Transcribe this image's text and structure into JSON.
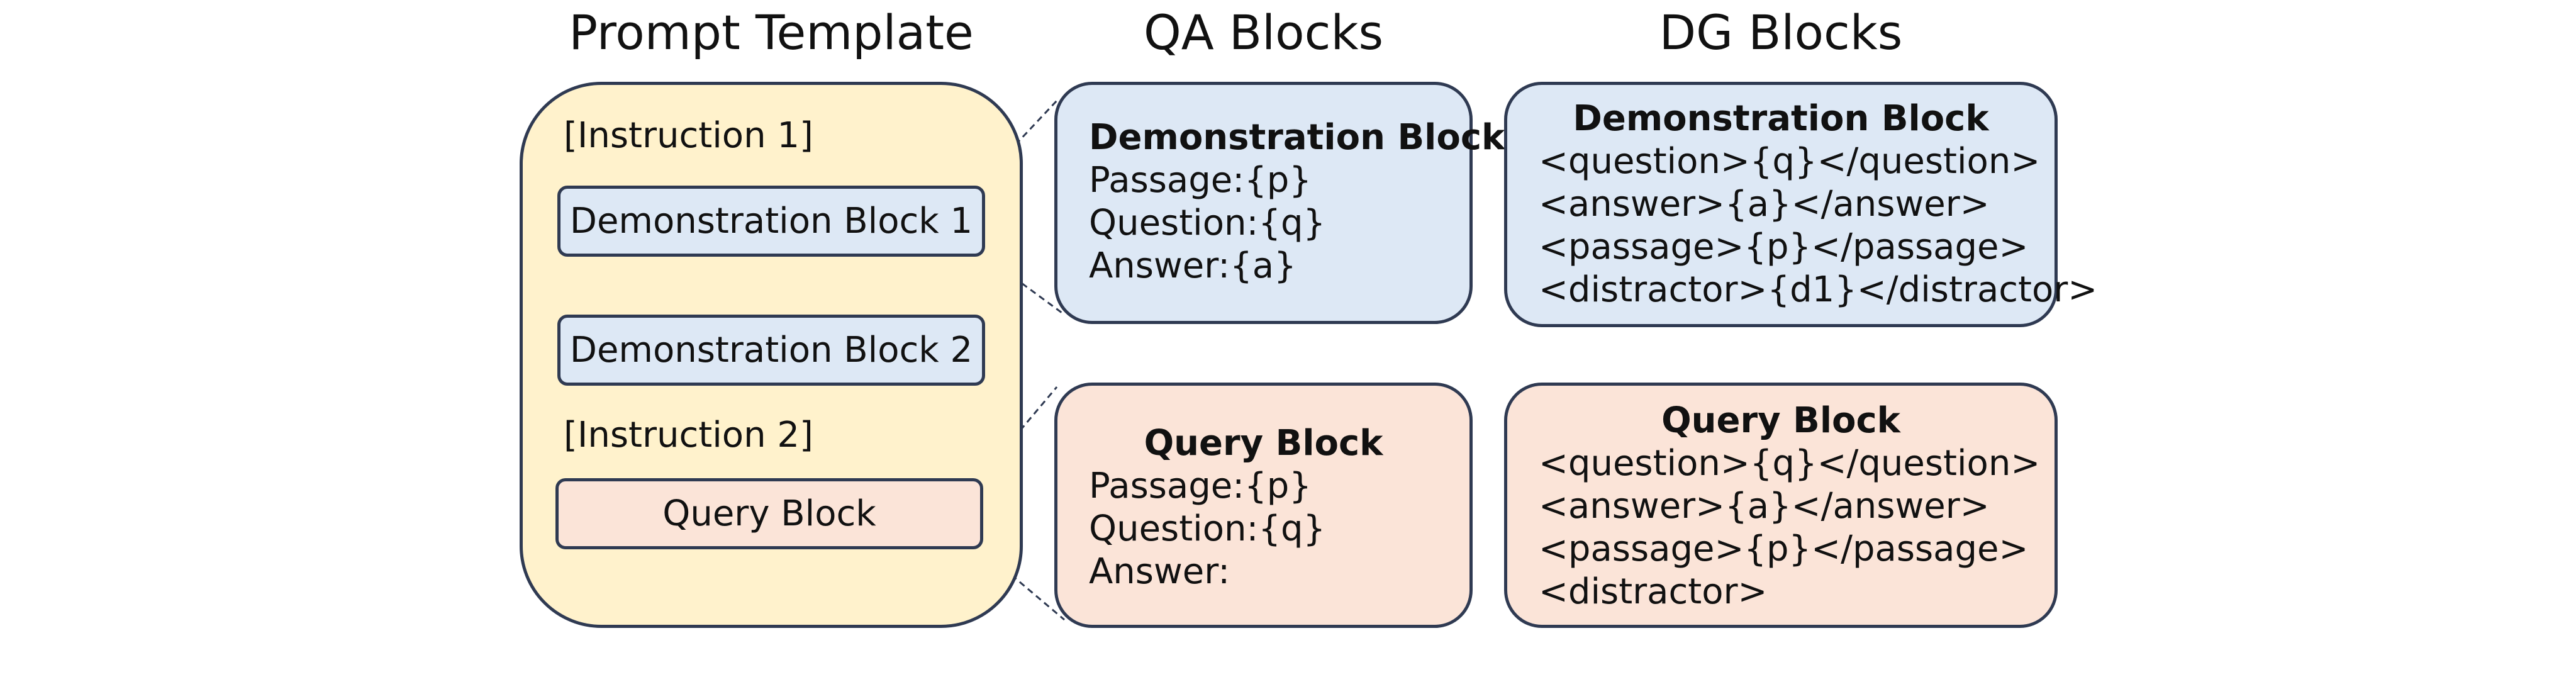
{
  "headers": {
    "template": "Prompt Template",
    "qa": "QA Blocks",
    "dg": "DG Blocks"
  },
  "template": {
    "instruction_1": "[Instruction 1]",
    "demo_1": "Demonstration Block 1",
    "demo_2": "Demonstration Block 2",
    "instruction_2": "[Instruction 2]",
    "query": "Query Block"
  },
  "qa_demo": {
    "title": "Demonstration Block",
    "lines": [
      "Passage:{p}",
      "Question:{q}",
      "Answer:{a}"
    ]
  },
  "qa_query": {
    "title": "Query Block",
    "lines": [
      "Passage:{p}",
      "Question:{q}",
      "Answer:"
    ]
  },
  "dg_demo": {
    "title": "Demonstration Block",
    "lines": [
      "<question>{q}</question>",
      "<answer>{a}</answer>",
      "<passage>{p}</passage>",
      "<distractor>{d1}</distractor>"
    ]
  },
  "dg_query": {
    "title": "Query Block",
    "lines": [
      "<question>{q}</question>",
      "<answer>{a}</answer>",
      "<passage>{p}</passage>",
      "<distractor>"
    ]
  },
  "colors": {
    "template_fill": "#fff2cc",
    "demo_fill": "#dde8f5",
    "query_fill": "#fbe4d8",
    "border": "#2f3a52"
  }
}
